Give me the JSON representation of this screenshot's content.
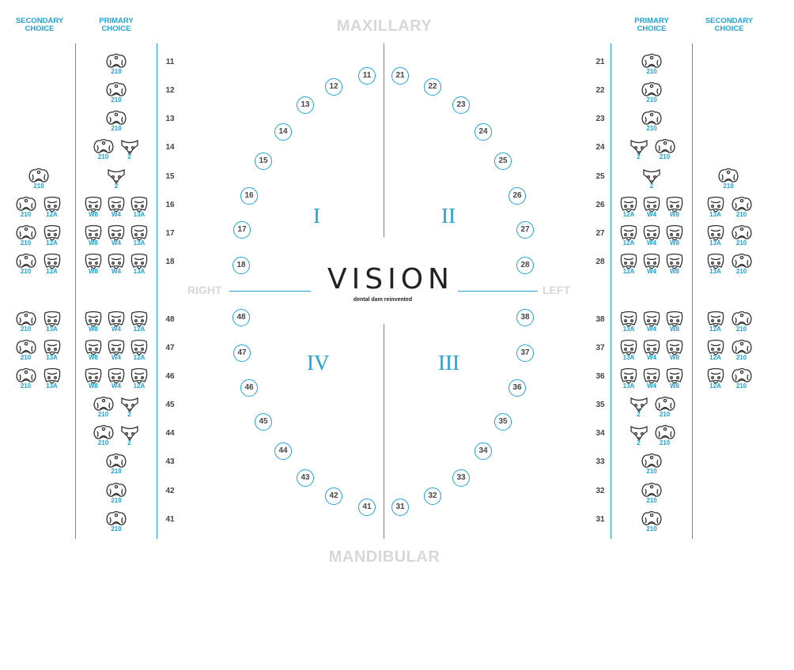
{
  "headers": {
    "left_secondary": "SECONDARY CHOICE",
    "left_primary": "PRIMARY CHOICE",
    "right_primary": "PRIMARY CHOICE",
    "right_secondary": "SECONDARY CHOICE"
  },
  "arch": {
    "top": "MAXILLARY",
    "bottom": "MANDIBULAR",
    "left": "RIGHT",
    "right": "LEFT"
  },
  "logo": {
    "word": "VISION",
    "tagline": "dental dam reinvented"
  },
  "quadrants": [
    "I",
    "II",
    "III",
    "IV"
  ],
  "colors": {
    "accent": "#1fa3d6",
    "muted": "#d8d8d8",
    "text": "#444444"
  },
  "icons": {
    "clamp": "dental-clamp-icon"
  },
  "teeth": {
    "q1": [
      "11",
      "12",
      "13",
      "14",
      "15",
      "16",
      "17",
      "18"
    ],
    "q2": [
      "21",
      "22",
      "23",
      "24",
      "25",
      "26",
      "27",
      "28"
    ],
    "q3": [
      "31",
      "32",
      "33",
      "34",
      "35",
      "36",
      "37",
      "38"
    ],
    "q4": [
      "41",
      "42",
      "43",
      "44",
      "45",
      "46",
      "47",
      "48"
    ]
  },
  "rows_left": [
    {
      "tooth": "11",
      "primary": [
        "210"
      ],
      "secondary": []
    },
    {
      "tooth": "12",
      "primary": [
        "210"
      ],
      "secondary": []
    },
    {
      "tooth": "13",
      "primary": [
        "210"
      ],
      "secondary": []
    },
    {
      "tooth": "14",
      "primary": [
        "210",
        "2"
      ],
      "secondary": []
    },
    {
      "tooth": "15",
      "primary": [
        "2"
      ],
      "secondary": [
        "210"
      ]
    },
    {
      "tooth": "16",
      "primary": [
        "W8",
        "W4",
        "13A"
      ],
      "secondary": [
        "210",
        "12A"
      ]
    },
    {
      "tooth": "17",
      "primary": [
        "W8",
        "W4",
        "13A"
      ],
      "secondary": [
        "210",
        "12A"
      ]
    },
    {
      "tooth": "18",
      "primary": [
        "W8",
        "W4",
        "13A"
      ],
      "secondary": [
        "210",
        "12A"
      ]
    },
    {
      "tooth": "48",
      "primary": [
        "W8",
        "W4",
        "12A"
      ],
      "secondary": [
        "210",
        "13A"
      ]
    },
    {
      "tooth": "47",
      "primary": [
        "W8",
        "W4",
        "12A"
      ],
      "secondary": [
        "210",
        "13A"
      ]
    },
    {
      "tooth": "46",
      "primary": [
        "W8",
        "W4",
        "12A"
      ],
      "secondary": [
        "210",
        "13A"
      ]
    },
    {
      "tooth": "45",
      "primary": [
        "210",
        "2"
      ],
      "secondary": []
    },
    {
      "tooth": "44",
      "primary": [
        "210",
        "2"
      ],
      "secondary": []
    },
    {
      "tooth": "43",
      "primary": [
        "210"
      ],
      "secondary": []
    },
    {
      "tooth": "42",
      "primary": [
        "210"
      ],
      "secondary": []
    },
    {
      "tooth": "41",
      "primary": [
        "210"
      ],
      "secondary": []
    }
  ],
  "rows_right": [
    {
      "tooth": "21",
      "primary": [
        "210"
      ],
      "secondary": []
    },
    {
      "tooth": "22",
      "primary": [
        "210"
      ],
      "secondary": []
    },
    {
      "tooth": "23",
      "primary": [
        "210"
      ],
      "secondary": []
    },
    {
      "tooth": "24",
      "primary": [
        "2",
        "210"
      ],
      "secondary": []
    },
    {
      "tooth": "25",
      "primary": [
        "2"
      ],
      "secondary": [
        "210"
      ]
    },
    {
      "tooth": "26",
      "primary": [
        "12A",
        "W4",
        "W8"
      ],
      "secondary": [
        "13A",
        "210"
      ]
    },
    {
      "tooth": "27",
      "primary": [
        "12A",
        "W4",
        "W8"
      ],
      "secondary": [
        "13A",
        "210"
      ]
    },
    {
      "tooth": "28",
      "primary": [
        "12A",
        "W4",
        "W8"
      ],
      "secondary": [
        "13A",
        "210"
      ]
    },
    {
      "tooth": "38",
      "primary": [
        "13A",
        "W4",
        "W8"
      ],
      "secondary": [
        "12A",
        "210"
      ]
    },
    {
      "tooth": "37",
      "primary": [
        "13A",
        "W4",
        "W8"
      ],
      "secondary": [
        "12A",
        "210"
      ]
    },
    {
      "tooth": "36",
      "primary": [
        "13A",
        "W4",
        "W8"
      ],
      "secondary": [
        "12A",
        "210"
      ]
    },
    {
      "tooth": "35",
      "primary": [
        "2",
        "210"
      ],
      "secondary": []
    },
    {
      "tooth": "34",
      "primary": [
        "2",
        "210"
      ],
      "secondary": []
    },
    {
      "tooth": "33",
      "primary": [
        "210"
      ],
      "secondary": []
    },
    {
      "tooth": "32",
      "primary": [
        "210"
      ],
      "secondary": []
    },
    {
      "tooth": "31",
      "primary": [
        "210"
      ],
      "secondary": []
    }
  ]
}
